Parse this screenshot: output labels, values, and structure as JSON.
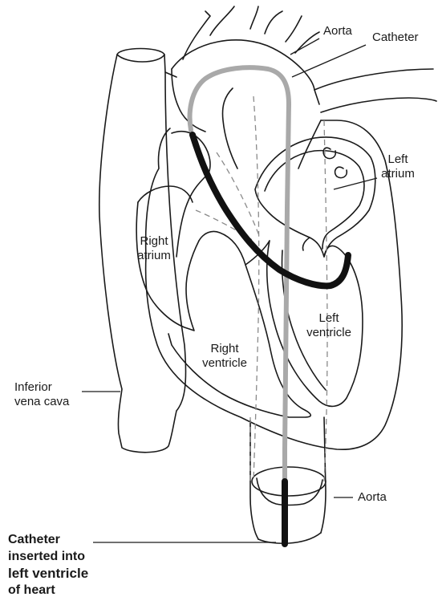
{
  "labels": {
    "aorta_top": "Aorta",
    "catheter": "Catheter",
    "left_atrium_1": "Left",
    "left_atrium_2": "atrium",
    "right_atrium_1": "Right",
    "right_atrium_2": "atrium",
    "left_ventricle_1": "Left",
    "left_ventricle_2": "ventricle",
    "right_ventricle_1": "Right",
    "right_ventricle_2": "ventricle",
    "ivc_1": "Inferior",
    "ivc_2": "vena cava",
    "aorta_bottom": "Aorta"
  },
  "caption": {
    "line1": "Catheter",
    "line2": "inserted into",
    "line3": "left ventricle",
    "line4": "of heart"
  },
  "colors": {
    "outline": "#1a1a1a",
    "catheter_grey": "#a9a9a9",
    "catheter_black": "#111111",
    "dashed": "#8a8a8a"
  }
}
